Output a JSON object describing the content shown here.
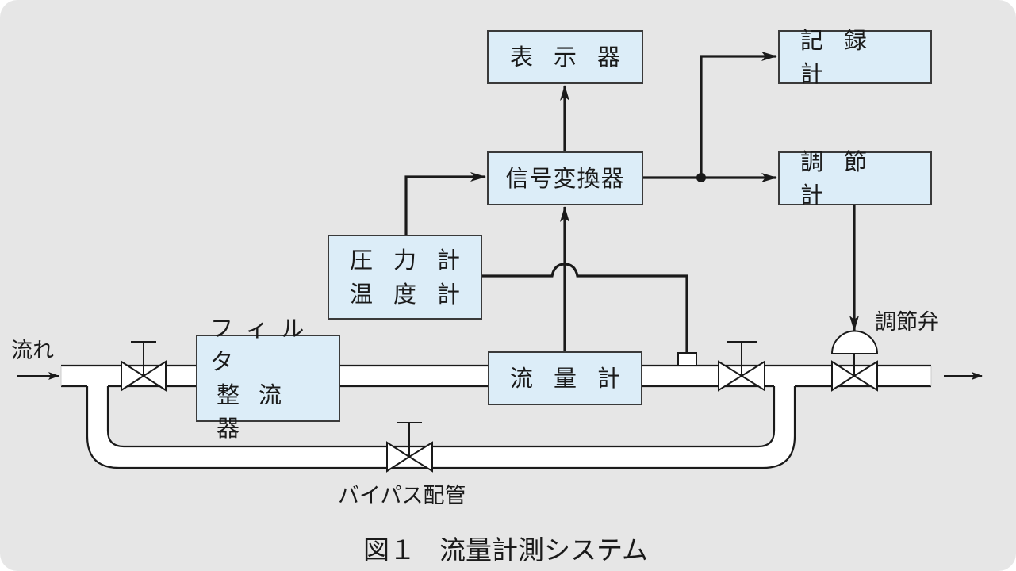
{
  "figure": {
    "caption_number": "図１",
    "caption_title": "流量計測システム"
  },
  "labels": {
    "flow_in": "流れ",
    "control_valve": "調節弁",
    "bypass": "バイパス配管"
  },
  "blocks": {
    "display": "表示器",
    "recorder": "記録計",
    "signal_converter": "信号変換器",
    "controller": "調節計",
    "pressure_gauge": "圧力計",
    "thermometer": "温度計",
    "filter": "フィルタ",
    "flow_straightener": "整流器",
    "flowmeter": "流量計"
  },
  "colors": {
    "background": "#e6e6e6",
    "block_fill": "#dcedf8",
    "line": "#1a1a1a",
    "pipe_fill": "#ffffff"
  }
}
